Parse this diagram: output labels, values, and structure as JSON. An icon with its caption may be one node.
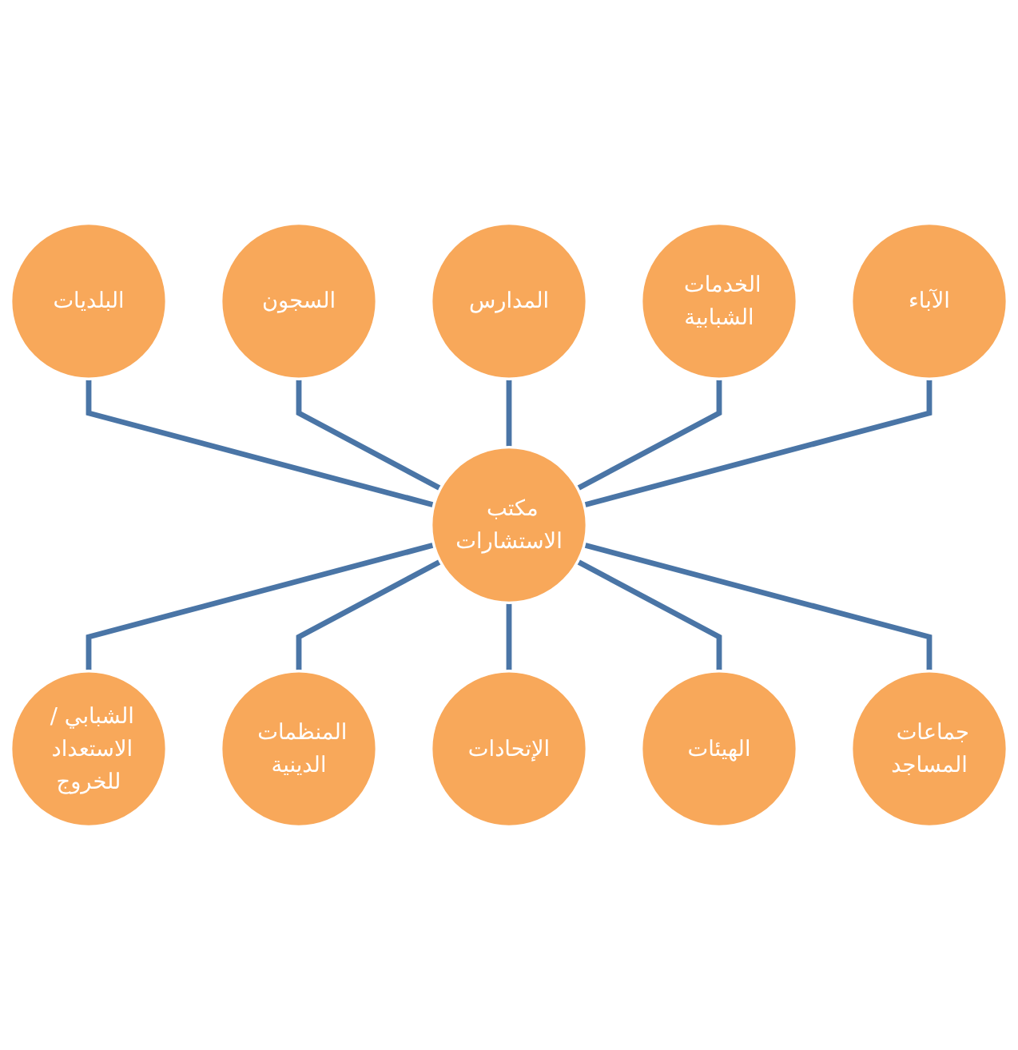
{
  "diagram": {
    "nodes": [
      {
        "text": [
          "مكتب الاستشارات"
        ]
      },
      {
        "text": [
          "المدارس"
        ]
      },
      {
        "text": [
          "الخدمات الشبابية"
        ]
      },
      {
        "text": [
          "الآباء"
        ]
      },
      {
        "text": [
          "جماعات المساجد"
        ]
      },
      {
        "text": [
          "الهيئات"
        ]
      },
      {
        "text": [
          "الإتحادات"
        ]
      },
      {
        "text": [
          "المنظمات الدينية"
        ]
      },
      {
        "text": [
          "الشبابي / الاستعداد للخروج"
        ]
      },
      {
        "text": [
          "البلديات"
        ]
      },
      {
        "text": [
          "السجون"
        ]
      }
    ],
    "edges": [
      {
        "from": 9,
        "to": 0,
        "arrow": "none"
      },
      {
        "from": 10,
        "to": 0,
        "arrow": "none"
      },
      {
        "from": 1,
        "to": 0,
        "arrow": "none"
      },
      {
        "from": 2,
        "to": 0,
        "arrow": "none"
      },
      {
        "from": 3,
        "to": 0,
        "arrow": "none"
      },
      {
        "from": 0,
        "to": 8,
        "arrow": "none"
      },
      {
        "from": 0,
        "to": 7,
        "arrow": "none"
      },
      {
        "from": 0,
        "to": 6,
        "arrow": "none"
      },
      {
        "from": 0,
        "to": 5,
        "arrow": "none"
      },
      {
        "from": 0,
        "to": 4,
        "arrow": "none"
      }
    ]
  }
}
